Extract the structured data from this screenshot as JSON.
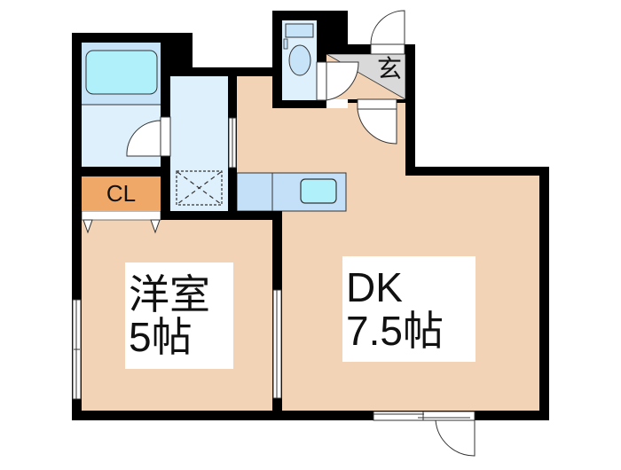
{
  "floor_plan": {
    "rooms": {
      "western_room": {
        "name": "洋室",
        "size": "5帖"
      },
      "dining_kitchen": {
        "name": "DK",
        "size": "7.5帖"
      },
      "closet": {
        "label": "CL"
      },
      "entrance": {
        "label": "玄"
      }
    },
    "colors": {
      "wall": "#000000",
      "floor_room": "#f2d3b5",
      "floor_wet": "#dff0fd",
      "bath_tub": "#b0f0fb",
      "bath_area": "#c7e3f8",
      "closet": "#f0a868",
      "entrance_floor": "#d9d9d9",
      "counter": "#c4e0f8",
      "sink": "#b0f0fb"
    }
  }
}
